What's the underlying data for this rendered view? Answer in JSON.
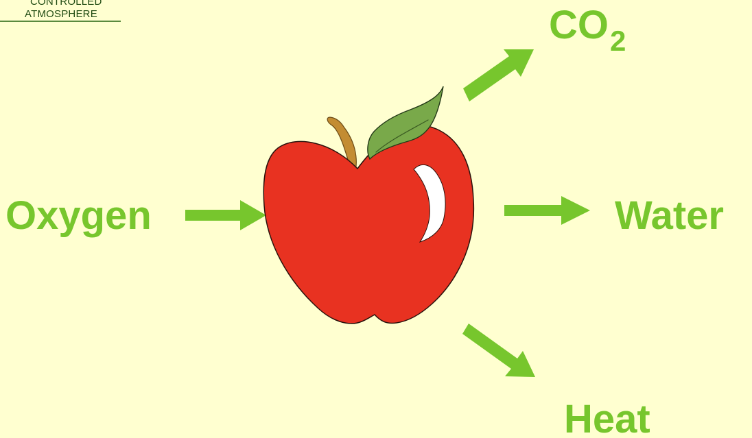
{
  "header": {
    "line1": "CONTROLLED",
    "line2": "ATMOSPHERE"
  },
  "labels": {
    "input": "Oxygen",
    "co2_main": "CO",
    "co2_sub": "2",
    "water": "Water",
    "heat": "Heat"
  },
  "colors": {
    "background": "#ffffd0",
    "accent": "#77c62d",
    "apple": "#e83221",
    "leaf": "#79a94a",
    "stem": "#c38c32",
    "header_text": "#204b12"
  }
}
